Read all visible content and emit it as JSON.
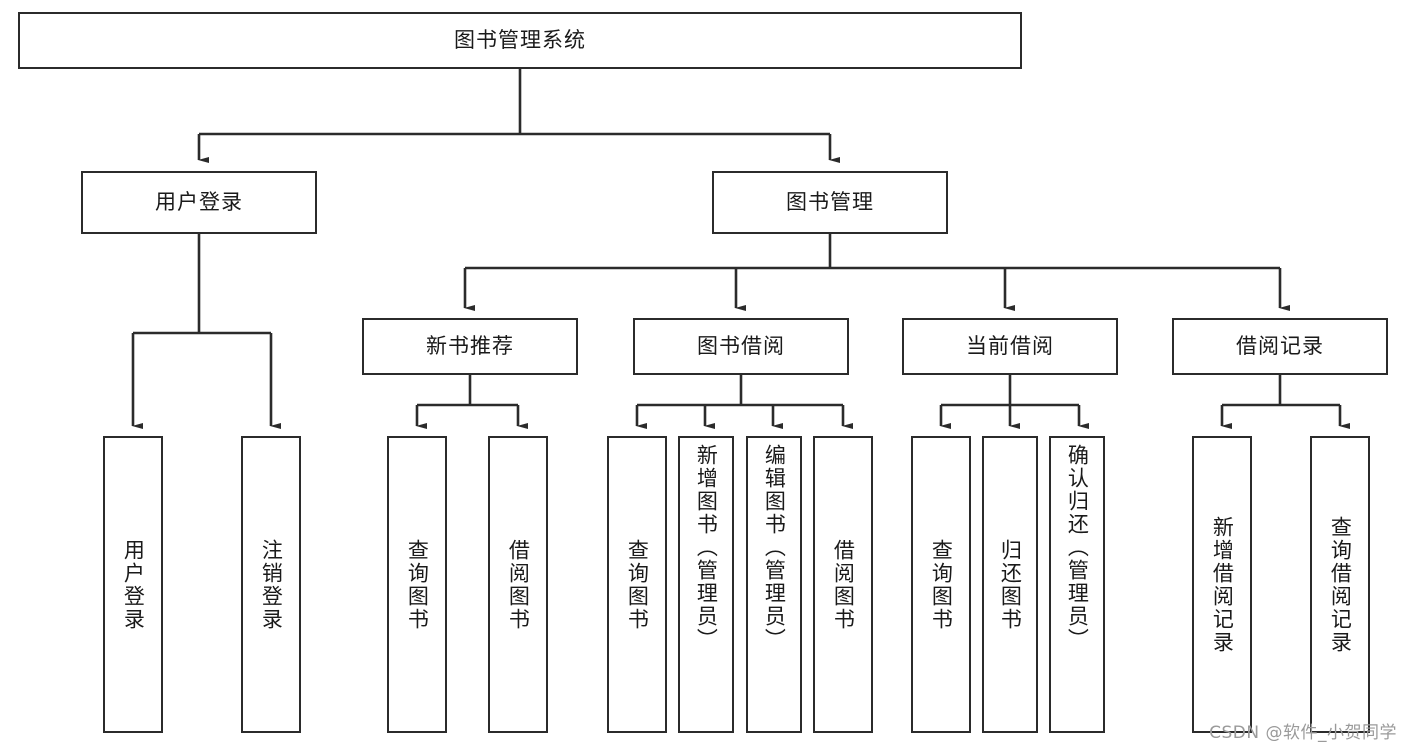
{
  "diagram": {
    "title": "图书管理系统",
    "type": "tree-hierarchy-chart",
    "root": {
      "label": "图书管理系统"
    },
    "level2": [
      {
        "label": "用户登录"
      },
      {
        "label": "图书管理"
      }
    ],
    "level3": [
      {
        "label": "新书推荐"
      },
      {
        "label": "图书借阅"
      },
      {
        "label": "当前借阅"
      },
      {
        "label": "借阅记录"
      }
    ],
    "leaves": {
      "user_login": [
        {
          "label": "用户登录"
        },
        {
          "label": "注销登录"
        }
      ],
      "new_book_recommend": [
        {
          "label": "查询图书"
        },
        {
          "label": "借阅图书"
        }
      ],
      "book_borrow": [
        {
          "label": "查询图书"
        },
        {
          "label": "新增图书（管理员）"
        },
        {
          "label": "编辑图书（管理员）"
        },
        {
          "label": "借阅图书"
        }
      ],
      "current_borrow": [
        {
          "label": "查询图书"
        },
        {
          "label": "归还图书"
        },
        {
          "label": "确认归还（管理员）"
        }
      ],
      "borrow_record": [
        {
          "label": "新增借阅记录"
        },
        {
          "label": "查询借阅记录"
        }
      ]
    }
  },
  "watermark": {
    "text": "CSDN @软件_小贺同学"
  },
  "colors": {
    "border": "#2b2b2b",
    "background": "#ffffff",
    "text": "#1a1a1a",
    "watermark": "#9a9a9a",
    "edge": "#2b2b2b"
  }
}
